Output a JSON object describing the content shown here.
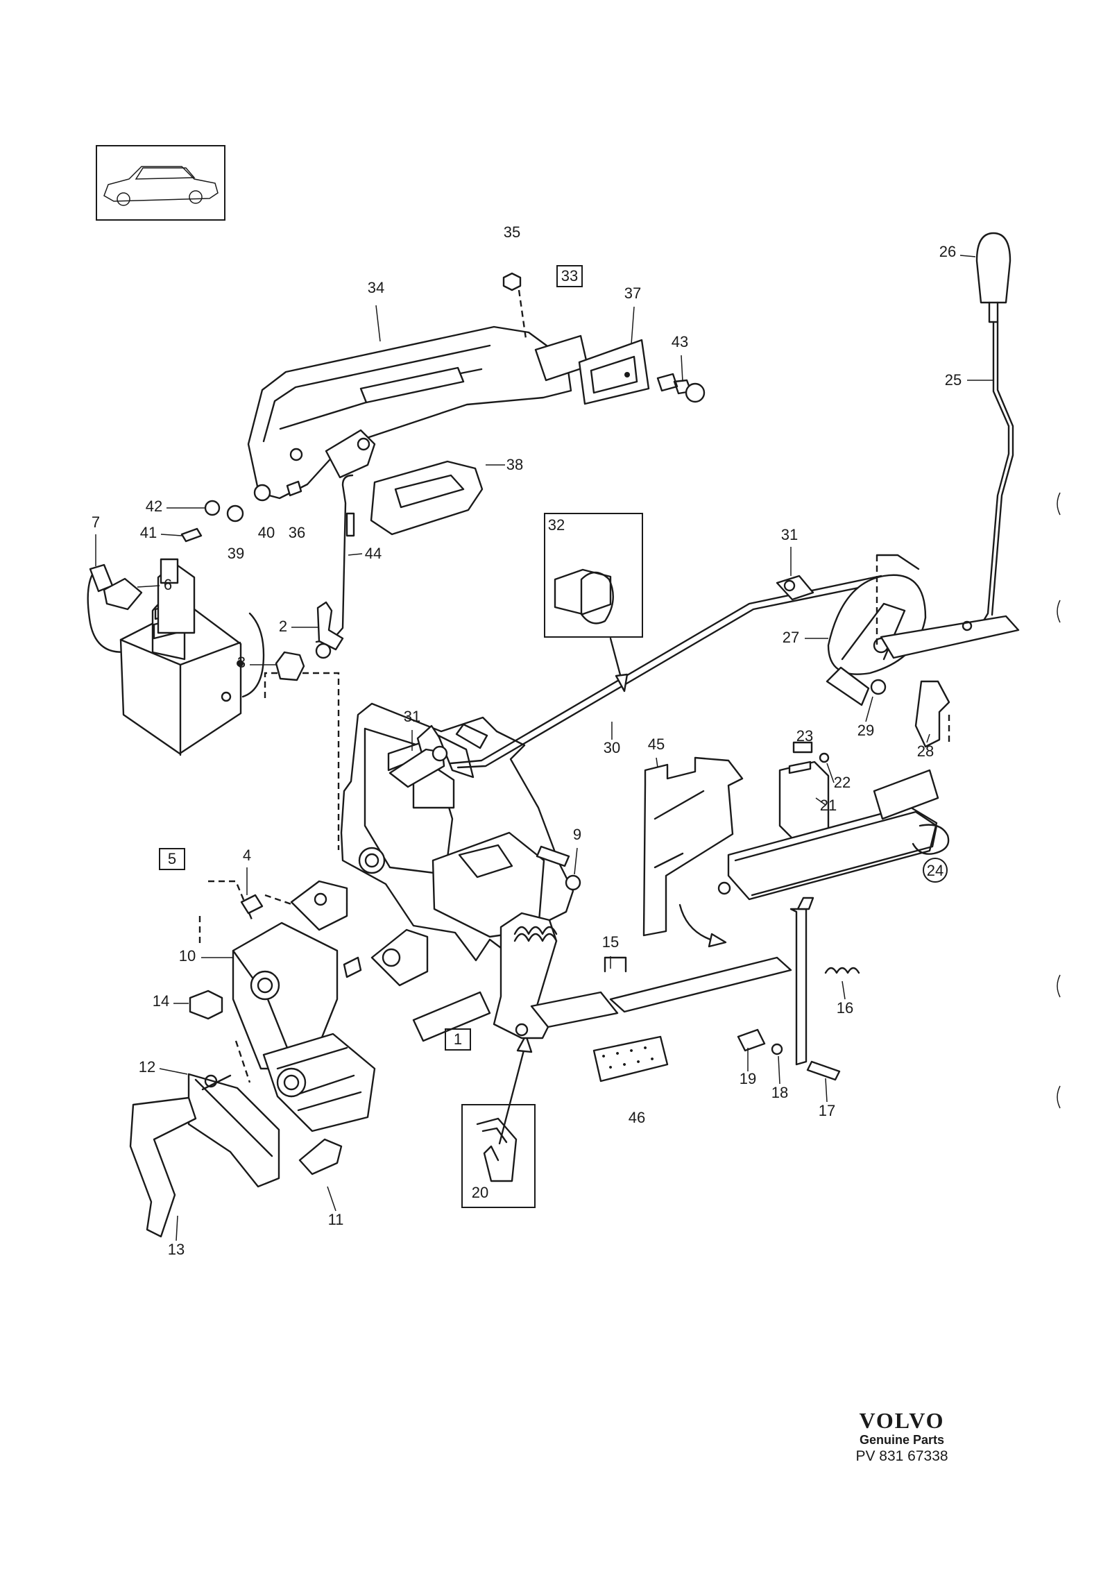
{
  "brand": {
    "logo": "VOLVO",
    "subtitle": "Genuine Parts",
    "code": "PV 831 67338"
  },
  "callouts": [
    {
      "id": "c34",
      "text": "34",
      "boxed": false
    },
    {
      "id": "c35",
      "text": "35",
      "boxed": false
    },
    {
      "id": "c33",
      "text": "33",
      "boxed": true
    },
    {
      "id": "c37",
      "text": "37",
      "boxed": false
    },
    {
      "id": "c43",
      "text": "43",
      "boxed": false
    },
    {
      "id": "c26",
      "text": "26",
      "boxed": false
    },
    {
      "id": "c25",
      "text": "25",
      "boxed": false
    },
    {
      "id": "c38",
      "text": "38",
      "boxed": false
    },
    {
      "id": "c42",
      "text": "42",
      "boxed": false
    },
    {
      "id": "c41",
      "text": "41",
      "boxed": false
    },
    {
      "id": "c39",
      "text": "39",
      "boxed": false
    },
    {
      "id": "c40",
      "text": "40",
      "boxed": false
    },
    {
      "id": "c36",
      "text": "36",
      "boxed": false
    },
    {
      "id": "c7",
      "text": "7",
      "boxed": false
    },
    {
      "id": "c6",
      "text": "6",
      "boxed": false
    },
    {
      "id": "c44",
      "text": "44",
      "boxed": false
    },
    {
      "id": "c32",
      "text": "32",
      "boxed": false
    },
    {
      "id": "c31a",
      "text": "31",
      "boxed": false
    },
    {
      "id": "c2",
      "text": "2",
      "boxed": false
    },
    {
      "id": "c3",
      "text": "3",
      "boxed": false
    },
    {
      "id": "c27",
      "text": "27",
      "boxed": false
    },
    {
      "id": "c29",
      "text": "29",
      "boxed": false
    },
    {
      "id": "c28",
      "text": "28",
      "boxed": false
    },
    {
      "id": "c31b",
      "text": "31",
      "boxed": false
    },
    {
      "id": "c30",
      "text": "30",
      "boxed": false
    },
    {
      "id": "c45",
      "text": "45",
      "boxed": false
    },
    {
      "id": "c23",
      "text": "23",
      "boxed": false
    },
    {
      "id": "c22",
      "text": "22",
      "boxed": false
    },
    {
      "id": "c21",
      "text": "21",
      "boxed": false
    },
    {
      "id": "c24",
      "text": "24",
      "boxed": false
    },
    {
      "id": "c5",
      "text": "5",
      "boxed": true
    },
    {
      "id": "c4",
      "text": "4",
      "boxed": false
    },
    {
      "id": "c9",
      "text": "9",
      "boxed": false
    },
    {
      "id": "c10",
      "text": "10",
      "boxed": false
    },
    {
      "id": "c15",
      "text": "15",
      "boxed": false
    },
    {
      "id": "c14",
      "text": "14",
      "boxed": false
    },
    {
      "id": "c16",
      "text": "16",
      "boxed": false
    },
    {
      "id": "c1",
      "text": "1",
      "boxed": true
    },
    {
      "id": "c12",
      "text": "12",
      "boxed": false
    },
    {
      "id": "c19",
      "text": "19",
      "boxed": false
    },
    {
      "id": "c18",
      "text": "18",
      "boxed": false
    },
    {
      "id": "c17",
      "text": "17",
      "boxed": false
    },
    {
      "id": "c46",
      "text": "46",
      "boxed": false
    },
    {
      "id": "c20",
      "text": "20",
      "boxed": false
    },
    {
      "id": "c11",
      "text": "11",
      "boxed": false
    },
    {
      "id": "c13",
      "text": "13",
      "boxed": false
    }
  ]
}
